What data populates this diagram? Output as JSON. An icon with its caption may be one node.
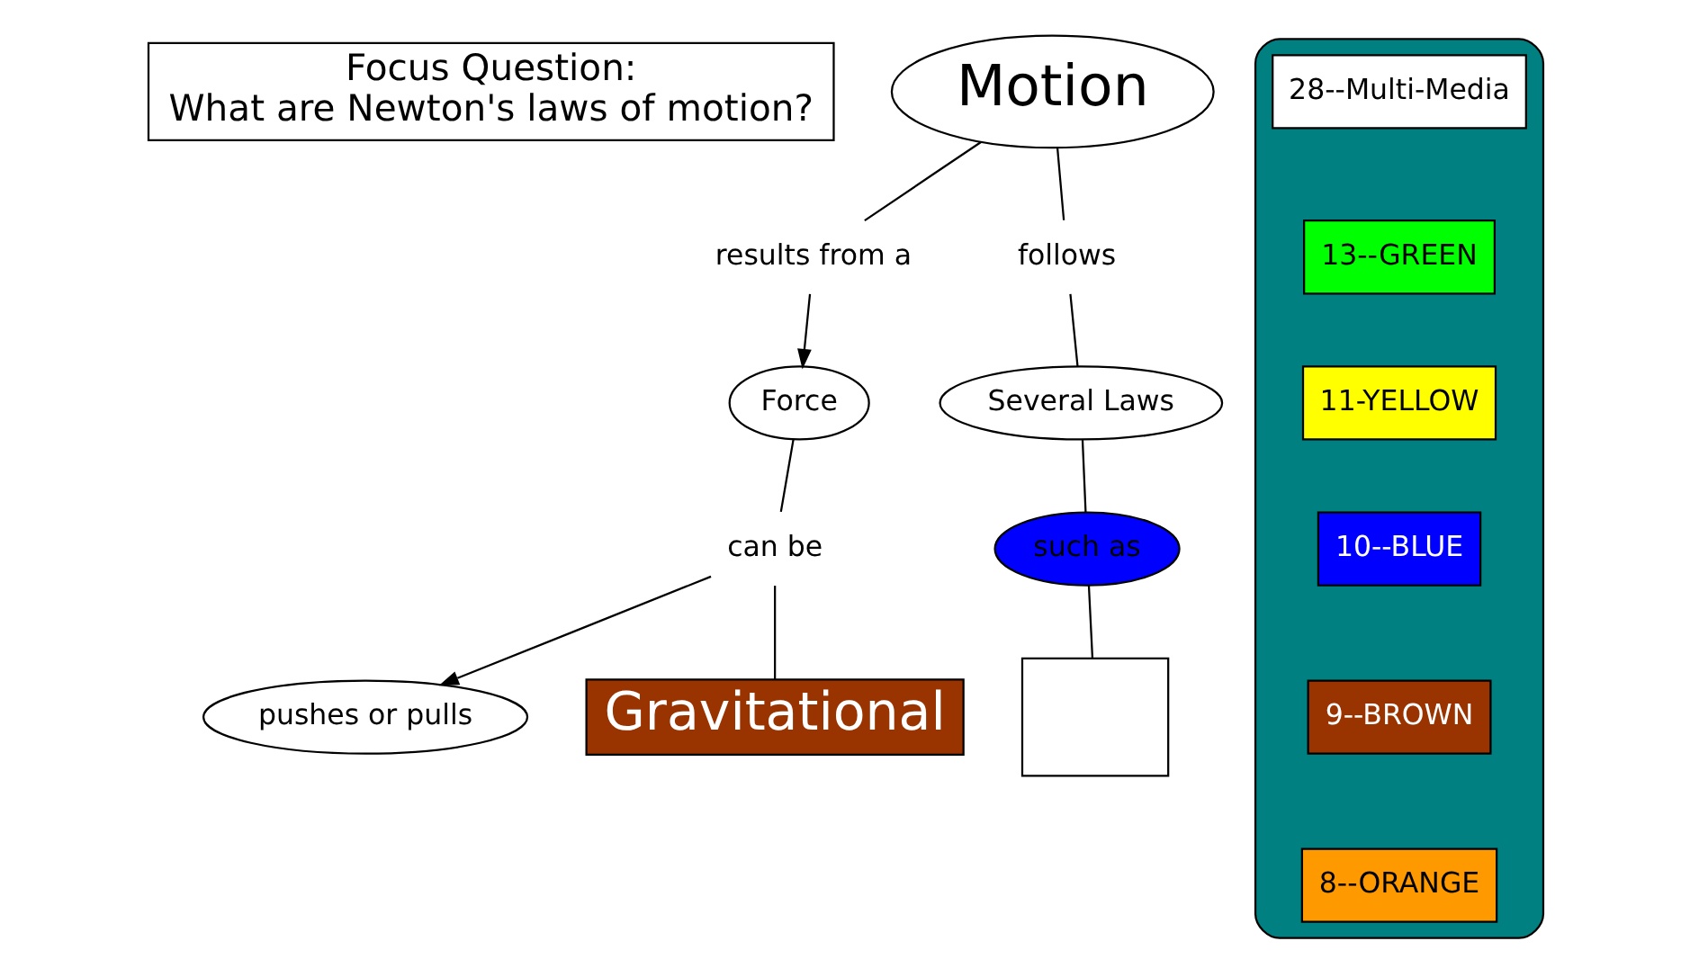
{
  "diagram": {
    "nodes": [
      {
        "text": [
          "Focus Question:",
          "What are Newton's laws of motion?"
        ]
      },
      {
        "text": [
          "Motion"
        ]
      },
      {
        "text": [
          "results from a"
        ]
      },
      {
        "text": [
          "follows"
        ]
      },
      {
        "text": [
          "Force"
        ]
      },
      {
        "text": [
          "can be"
        ]
      },
      {
        "text": [
          "pushes or pulls"
        ]
      },
      {
        "text": [
          "Several Laws"
        ]
      },
      {
        "text": [
          "such as"
        ]
      },
      {
        "text": [
          "Gravitational"
        ]
      },
      {
        "text": [],
        "shape": "box"
      },
      {
        "text": [],
        "shape": "box"
      },
      {
        "text": [
          "28--Multi-Media"
        ],
        "in": 11
      },
      {
        "text": [
          "13--GREEN"
        ],
        "in": 11
      },
      {
        "text": [
          "11-YELLOW"
        ],
        "in": 11
      },
      {
        "text": [
          "10--BLUE"
        ],
        "in": 11
      },
      {
        "text": [
          "9--BROWN"
        ],
        "in": 11
      },
      {
        "text": [
          "8--ORANGE"
        ],
        "in": 11
      }
    ],
    "edges": [
      {
        "from": 1,
        "to": 2,
        "arrow": "none"
      },
      {
        "from": 2,
        "to": 4,
        "arrow": "to"
      },
      {
        "from": 4,
        "to": 5,
        "arrow": "none"
      },
      {
        "from": 5,
        "to": 6,
        "arrow": "to"
      },
      {
        "from": 5,
        "to": 9,
        "arrow": "none"
      },
      {
        "from": 1,
        "to": 3,
        "arrow": "none"
      },
      {
        "from": 3,
        "to": 7,
        "arrow": "none"
      },
      {
        "from": 7,
        "to": 8,
        "arrow": "none"
      },
      {
        "from": 8,
        "to": 10,
        "arrow": "none"
      }
    ]
  }
}
